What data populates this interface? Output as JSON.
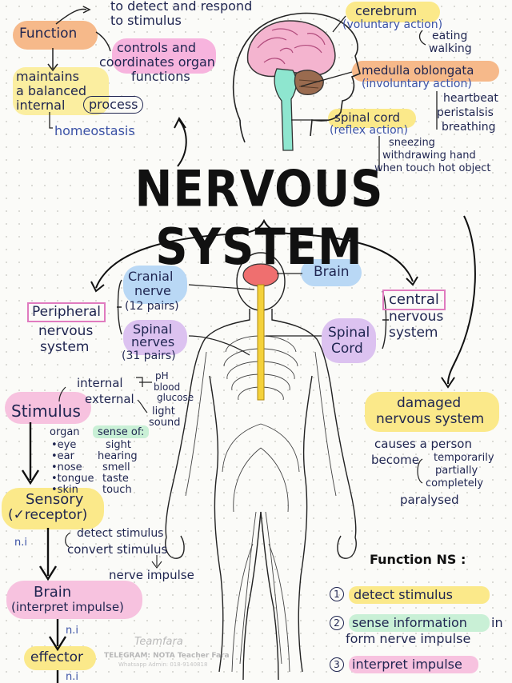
{
  "title": "NERVOUS SYSTEM",
  "top_left": {
    "function_label": "Function",
    "detect_respond": "to detect and respond",
    "to_stimulus": "to stimulus",
    "controls": "controls and",
    "coordinates": "coordinates organ",
    "functions": "functions",
    "maintains": "maintains",
    "balanced": "a balanced",
    "internal": "internal",
    "process": "process",
    "homeostasis": "homeostasis"
  },
  "brain_parts": {
    "cerebrum": "cerebrum",
    "cerebrum_action": "(voluntary action)",
    "eating": "eating",
    "walking": "walking",
    "medulla": "medulla oblongata",
    "medulla_action": "(involuntary action)",
    "heartbeat": "heartbeat",
    "peristalsis": "peristalsis",
    "breathing": "breathing",
    "spinal_cord": "spinal cord",
    "spinal_action": "(reflex action)",
    "sneezing": "sneezing",
    "withdrawing": "withdrawing hand",
    "when_touch": "when touch hot object"
  },
  "peripheral": {
    "label": "Peripheral",
    "line2": "nervous",
    "line3": "system",
    "cranial": "Cranial",
    "cranial2": "nerve",
    "cranial_pairs": "(12 pairs)",
    "spinal": "Spinal",
    "spinal2": "nerves",
    "spinal_pairs": "(31 pairs)"
  },
  "central": {
    "brain": "Brain",
    "spinal": "Spinal",
    "cord": "Cord",
    "label": "central",
    "line2": "nervous",
    "line3": "system"
  },
  "damaged": {
    "label1": "damaged",
    "label2": "nervous system",
    "causes": "causes a person",
    "become": "become",
    "temporarily": "temporarily",
    "partially": "partially",
    "completely": "completely",
    "paralysed": "paralysed"
  },
  "stimulus": {
    "internal": "internal",
    "external": "external",
    "ph": "pH",
    "blood": "blood",
    "glucose": "glucose",
    "light": "light",
    "sound": "sound",
    "label": "Stimulus",
    "organ_header": "organ",
    "sense_header": "sense of:",
    "organs": [
      "•eye",
      "•ear",
      "•nose",
      "•tongue",
      "•skin"
    ],
    "senses": [
      "sight",
      "hearing",
      "smell",
      "taste",
      "touch"
    ]
  },
  "flow": {
    "sensory": "Sensory",
    "receptor": "(✓receptor)",
    "ni1": "n.i",
    "detect": "detect stimulus",
    "convert": "convert stimulus",
    "nerve_impulse": "nerve impulse",
    "brain": "Brain",
    "interpret": "(interpret impulse)",
    "ni2": "n.i",
    "effector": "effector",
    "ni3": "n.i"
  },
  "function_ns": {
    "title": "Function NS :",
    "items": [
      {
        "num": "1",
        "text": "detect stimulus"
      },
      {
        "num": "2",
        "text": "sense information",
        "extra": "in",
        "line2": "form nerve impulse"
      },
      {
        "num": "3",
        "text": "interpret impulse"
      }
    ]
  },
  "watermark": {
    "sig": "Teamfara",
    "line1": "TELEGRAM: NOTA Teacher Fara",
    "line2": "Whatsapp Admin: 018-9140818"
  },
  "colors": {
    "orange": "#f6b98a",
    "yellow": "#fbe98a",
    "pink": "#f7a8d8",
    "blue": "#b9d8f5",
    "purple": "#dcc2f0",
    "green": "#c9f0d6",
    "red": "#ef6f6f"
  }
}
